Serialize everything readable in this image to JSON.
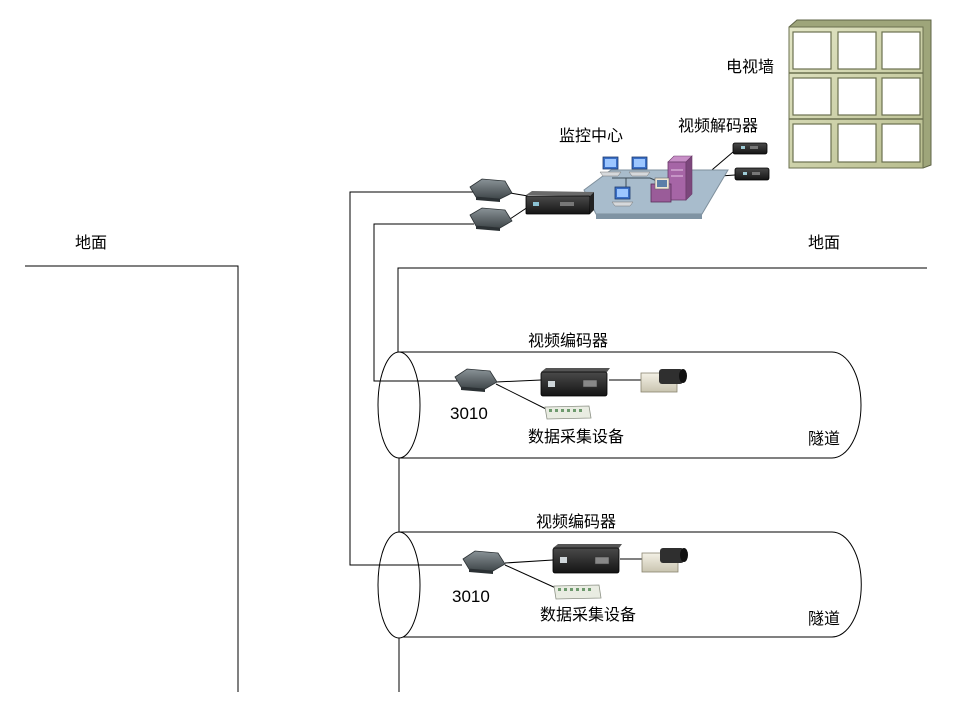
{
  "labels": {
    "ground_left": "地面",
    "ground_right": "地面",
    "tv_wall": "电视墙",
    "video_decoder": "视频解码器",
    "monitor_center": "监控中心",
    "encoder_1": "视频编码器",
    "model_1": "3010",
    "data_device_1": "数据采集设备",
    "tunnel_1": "隧道",
    "encoder_2": "视频编码器",
    "model_2": "3010",
    "data_device_2": "数据采集设备",
    "tunnel_2": "隧道"
  }
}
